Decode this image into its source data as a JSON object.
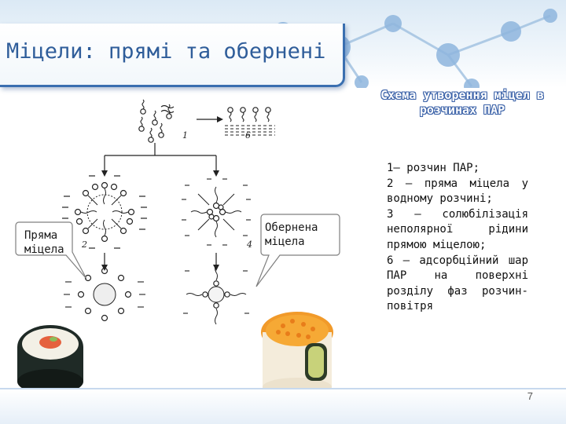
{
  "slide": {
    "title": "Міцели: прямі та обернені",
    "page_number": "7"
  },
  "scheme": {
    "title": "Схема утворення міцел в розчинах ПАР",
    "legend": [
      "1– розчин ПАР;",
      "2 – пряма міцела у водному розчині;",
      "3 – солюбілізація неполярної рідини прямою міцелою;",
      "6 – адсорбційний шар ПАР на поверхні розділу фаз розчин-повітря"
    ],
    "labels": [
      "1",
      "6",
      "2",
      "4"
    ]
  },
  "callouts": {
    "direct": [
      "Пряма",
      "міцела"
    ],
    "reverse": [
      "Обернена",
      "міцела"
    ]
  },
  "colors": {
    "title": "#2f5d9a",
    "scheme_title_outline": "#3b62a8",
    "frame": "#3a6fb0"
  },
  "images": {
    "left_photo": "sushi-roll-icon",
    "right_photo": "inside-out-roll-icon"
  }
}
